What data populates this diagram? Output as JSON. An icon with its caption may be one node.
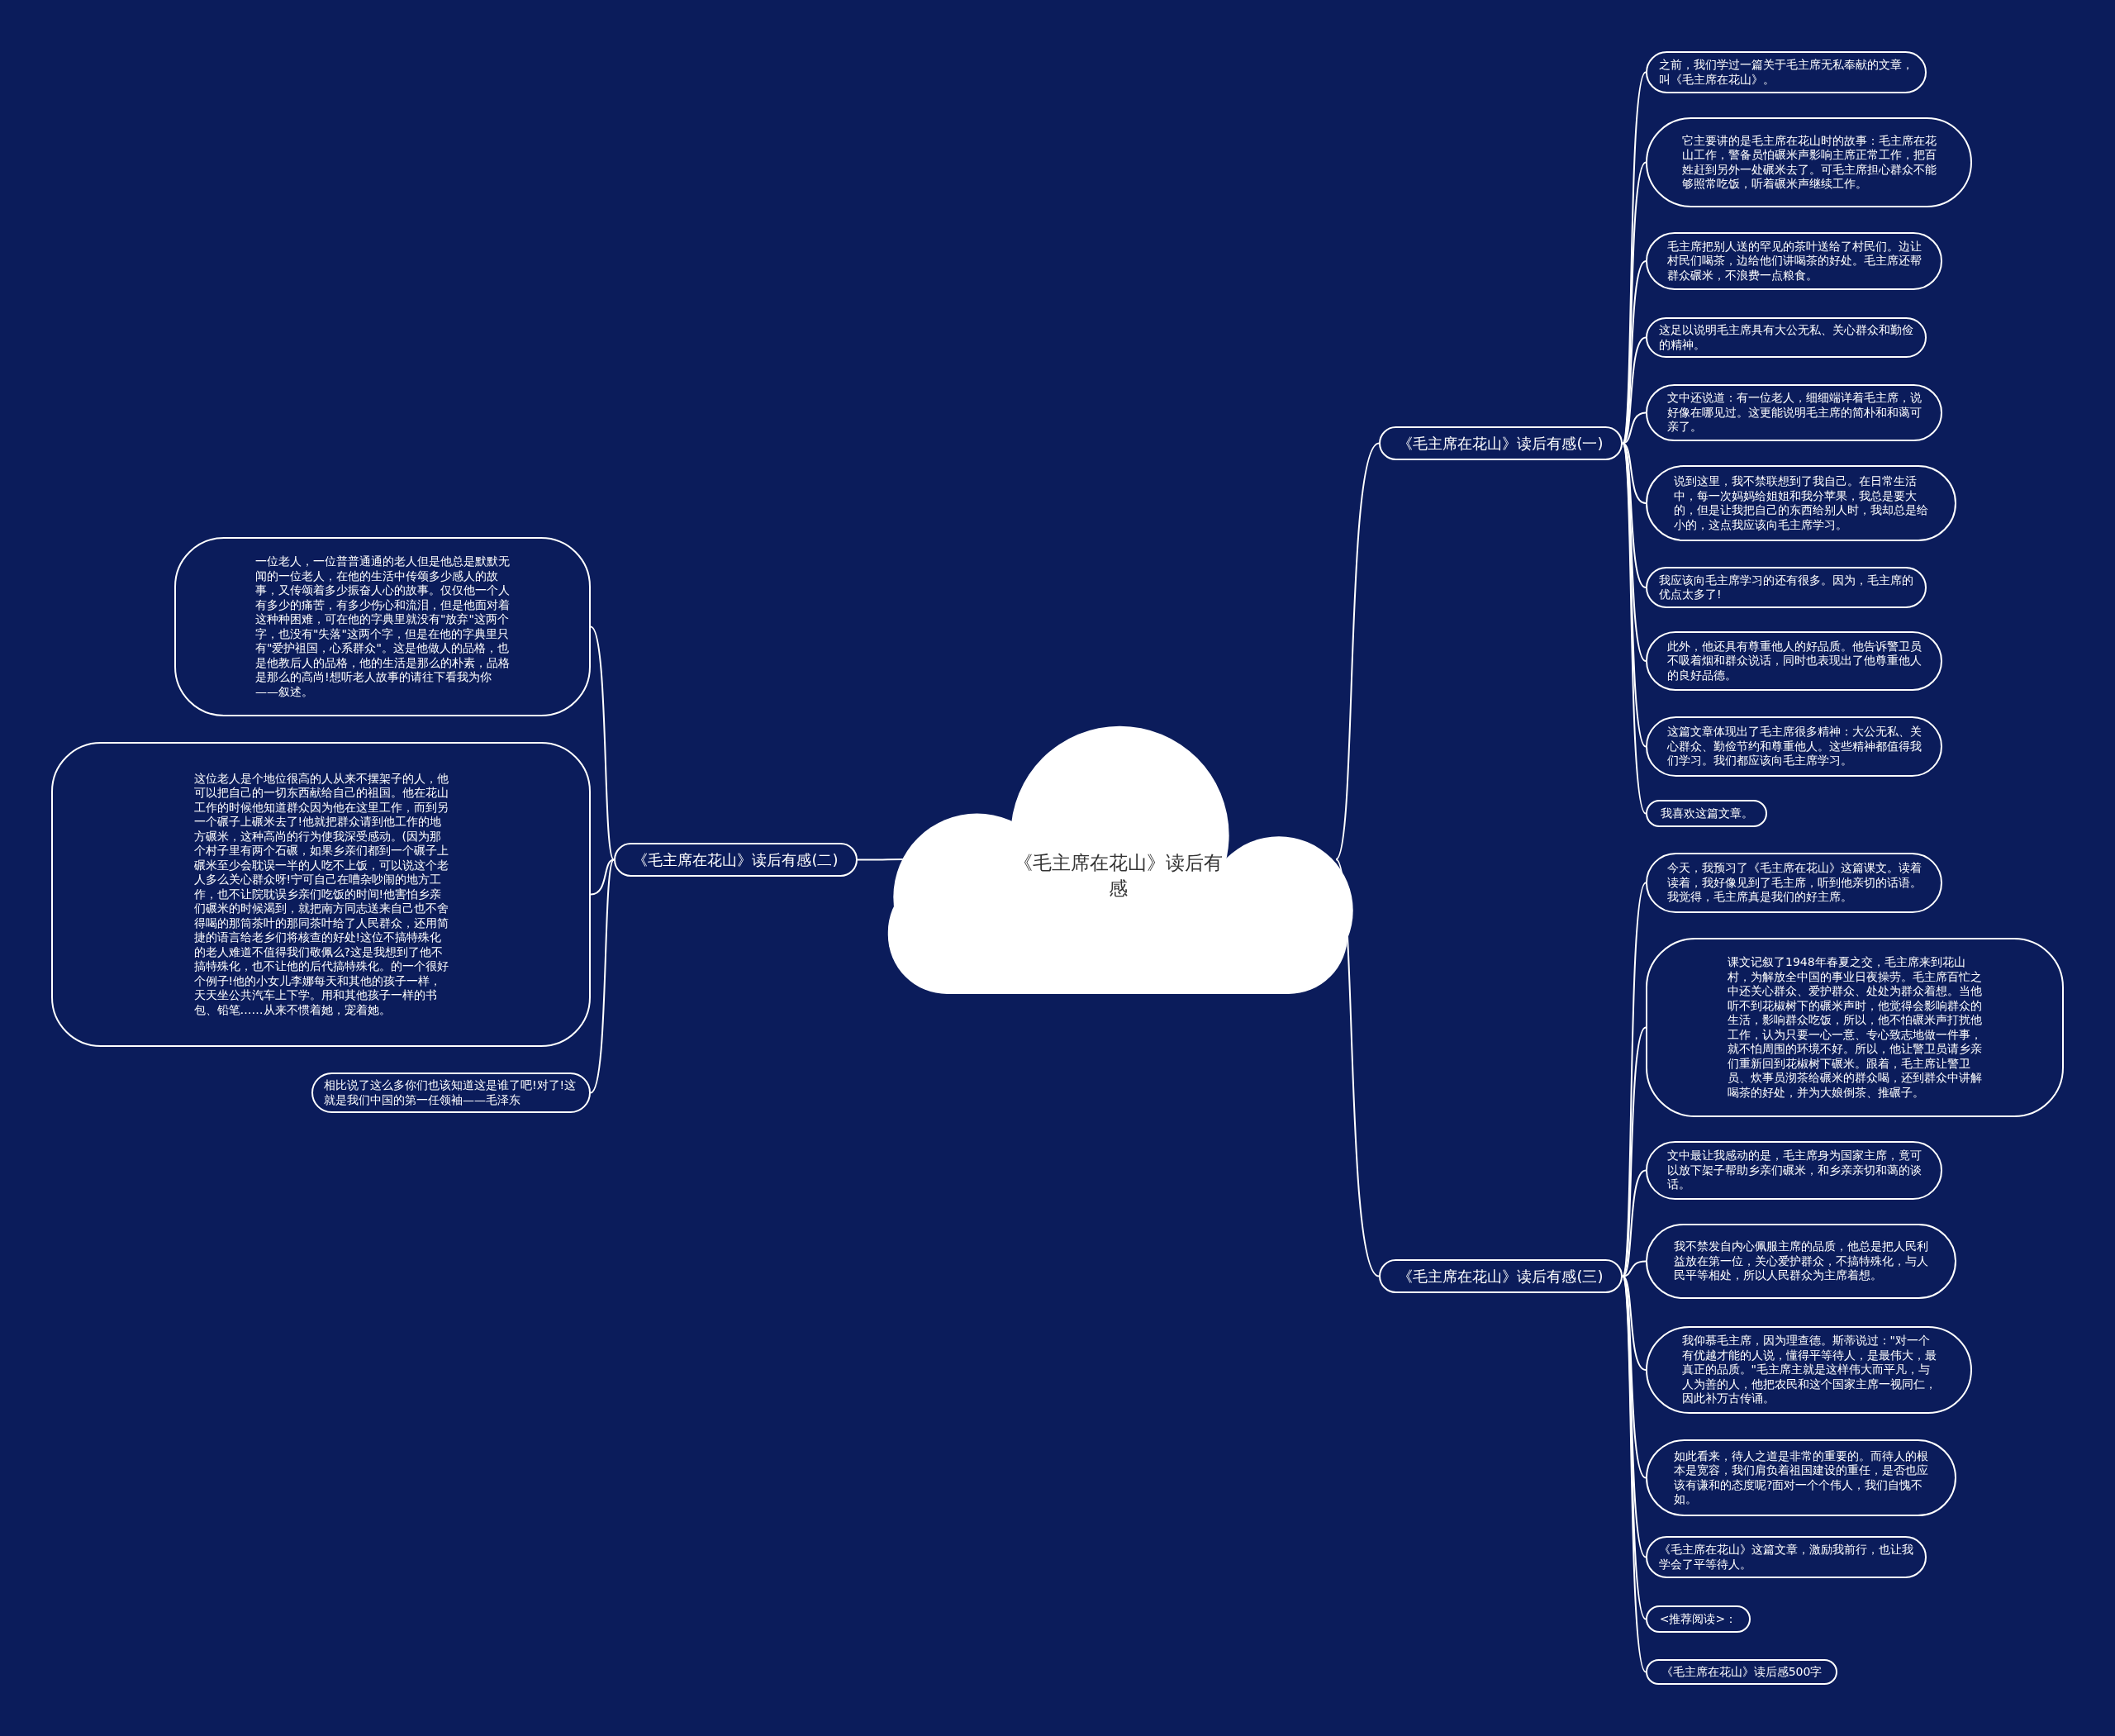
{
  "diagram": {
    "nodes": [
      {
        "text": [
          "《毛主席在花山》读后有感"
        ]
      },
      {
        "text": [
          "《毛主席在花山》读后有感(一)"
        ]
      },
      {
        "text": [
          "《毛主席在花山》读后有感(二)"
        ]
      },
      {
        "text": [
          "《毛主席在花山》读后有感(三)"
        ]
      },
      {
        "text": [
          "之前，我们学过一篇关于毛主席无私奉献的文章，叫《毛主席在花山》。"
        ]
      },
      {
        "text": [
          "它主要讲的是毛主席在花山时的故事：毛主席在花山工作，警备员怕碾米声影响主席正常工作，把百姓赶到另外一处碾米去了。可毛主席担心群众不能够照常吃饭，听着碾米声继续工作。"
        ]
      },
      {
        "text": [
          "毛主席把别人送的罕见的茶叶送给了村民们。边让村民们喝茶，边给他们讲喝茶的好处。毛主席还帮群众碾米，不浪费一点粮食。"
        ]
      },
      {
        "text": [
          "这足以说明毛主席具有大公无私、关心群众和勤俭的精神。"
        ]
      },
      {
        "text": [
          "文中还说道：有一位老人，细细端详着毛主席，说好像在哪见过。这更能说明毛主席的简朴和和蔼可亲了。"
        ]
      },
      {
        "text": [
          "说到这里，我不禁联想到了我自己。在日常生活中，每一次妈妈给姐姐和我分苹果，我总是要大的，但是让我把自己的东西给别人时，我却总是给小的，这点我应该向毛主席学习。"
        ]
      },
      {
        "text": [
          "我应该向毛主席学习的还有很多。因为，毛主席的优点太多了!"
        ]
      },
      {
        "text": [
          "此外，他还具有尊重他人的好品质。他告诉警卫员不吸着烟和群众说话，同时也表现出了他尊重他人的良好品德。"
        ]
      },
      {
        "text": [
          "这篇文章体现出了毛主席很多精神：大公无私、关心群众、勤俭节约和尊重他人。这些精神都值得我们学习。我们都应该向毛主席学习。"
        ]
      },
      {
        "text": [
          "我喜欢这篇文章。"
        ]
      },
      {
        "text": [
          "一位老人，一位普普通通的老人但是他总是默默无闻的一位老人，在他的生活中传颂多少感人的故事，又传颂着多少振奋人心的故事。仅仅他一个人有多少的痛苦，有多少伤心和流泪，但是他面对着这种种困难，可在他的字典里就没有\"放弃\"这两个字，也没有\"失落\"这两个字，但是在他的字典里只有\"爱护祖国，心系群众\"。这是他做人的品格，也是他教后人的品格，他的生活是那么的朴素，品格是那么的高尚!想听老人故事的请往下看我为你——叙述。"
        ]
      },
      {
        "text": [
          "这位老人是个地位很高的人从来不摆架子的人，他可以把自己的一切东西献给自己的祖国。他在花山工作的时候他知道群众因为他在这里工作，而到另一个碾子上碾米去了!他就把群众请到他工作的地方碾米，这种高尚的行为使我深受感动。(因为那个村子里有两个石碾，如果乡亲们都到一个碾子上碾米至少会耽误一半的人吃不上饭，可以说这个老人多么关心群众呀!宁可自己在嘈杂吵闹的地方工作，也不让院耽误乡亲们吃饭的时间!他害怕乡亲们碾米的时候渴到，就把南方同志送来自己也不舍得喝的那筒茶叶的那同茶叶给了人民群众，还用简捷的语言给老乡们将核查的好处!这位不搞特殊化的老人难道不值得我们敬佩么?这是我想到了他不搞特殊化，也不让他的后代搞特殊化。的一个很好个例子!他的小女儿李娜每天和其他的孩子一样，天天坐公共汽车上下学。用和其他孩子一样的书包、铅笔……从来不惯着她，宠着她。"
        ]
      },
      {
        "text": [
          "相比说了这么多你们也该知道这是谁了吧!对了!这就是我们中国的第一任领袖——毛泽东"
        ]
      },
      {
        "text": [
          "今天，我预习了《毛主席在花山》这篇课文。读着读着，我好像见到了毛主席，听到他亲切的话语。我觉得，毛主席真是我们的好主席。"
        ]
      },
      {
        "text": [
          "课文记叙了1948年春夏之交，毛主席来到花山村，为解放全中国的事业日夜操劳。毛主席百忙之中还关心群众、爱护群众、处处为群众着想。当他听不到花椒树下的碾米声时，他觉得会影响群众的生活，影响群众吃饭，所以，他不怕碾米声打扰他工作，认为只要一心一意、专心致志地做一件事，就不怕周围的环境不好。所以，他让警卫员请乡亲们重新回到花椒树下碾米。跟着，毛主席让警卫员、炊事员沏茶给碾米的群众喝，还到群众中讲解喝茶的好处，并为大娘倒茶、推碾子。"
        ]
      },
      {
        "text": [
          "文中最让我感动的是，毛主席身为国家主席，竟可以放下架子帮助乡亲们碾米，和乡亲亲切和蔼的谈话。"
        ]
      },
      {
        "text": [
          "我不禁发自内心佩服主席的品质，他总是把人民利益放在第一位，关心爱护群众，不搞特殊化，与人民平等相处，所以人民群众为主席着想。"
        ]
      },
      {
        "text": [
          "我仰慕毛主席，因为理查德。斯蒂说过：\"对一个有优越才能的人说，懂得平等待人，是最伟大，最真正的品质。\"毛主席主就是这样伟大而平凡，与人为善的人，他把农民和这个国家主席一视同仁，因此补万古传诵。"
        ]
      },
      {
        "text": [
          "如此看来，待人之道是非常的重要的。而待人的根本是宽容，我们肩负着祖国建设的重任，是否也应该有谦和的态度呢?面对一个个伟人，我们自愧不如。"
        ]
      },
      {
        "text": [
          "《毛主席在花山》这篇文章，激励我前行，也让我学会了平等待人。"
        ]
      },
      {
        "text": [
          "<推荐阅读>："
        ]
      },
      {
        "text": [
          "《毛主席在花山》读后感500字"
        ]
      }
    ],
    "edges": [
      {
        "from": 0,
        "to": 1,
        "arrow": "none"
      },
      {
        "from": 0,
        "to": 2,
        "arrow": "none"
      },
      {
        "from": 0,
        "to": 3,
        "arrow": "none"
      },
      {
        "from": 1,
        "to": 4,
        "arrow": "none"
      },
      {
        "from": 1,
        "to": 5,
        "arrow": "none"
      },
      {
        "from": 1,
        "to": 6,
        "arrow": "none"
      },
      {
        "from": 1,
        "to": 7,
        "arrow": "none"
      },
      {
        "from": 1,
        "to": 8,
        "arrow": "none"
      },
      {
        "from": 1,
        "to": 9,
        "arrow": "none"
      },
      {
        "from": 1,
        "to": 10,
        "arrow": "none"
      },
      {
        "from": 1,
        "to": 11,
        "arrow": "none"
      },
      {
        "from": 1,
        "to": 12,
        "arrow": "none"
      },
      {
        "from": 1,
        "to": 13,
        "arrow": "none"
      },
      {
        "from": 2,
        "to": 14,
        "arrow": "none"
      },
      {
        "from": 2,
        "to": 15,
        "arrow": "none"
      },
      {
        "from": 2,
        "to": 16,
        "arrow": "none"
      },
      {
        "from": 3,
        "to": 17,
        "arrow": "none"
      },
      {
        "from": 3,
        "to": 18,
        "arrow": "none"
      },
      {
        "from": 3,
        "to": 19,
        "arrow": "none"
      },
      {
        "from": 3,
        "to": 20,
        "arrow": "none"
      },
      {
        "from": 3,
        "to": 21,
        "arrow": "none"
      },
      {
        "from": 3,
        "to": 22,
        "arrow": "none"
      },
      {
        "from": 3,
        "to": 23,
        "arrow": "none"
      },
      {
        "from": 3,
        "to": 24,
        "arrow": "none"
      },
      {
        "from": 3,
        "to": 25,
        "arrow": "none"
      }
    ]
  }
}
